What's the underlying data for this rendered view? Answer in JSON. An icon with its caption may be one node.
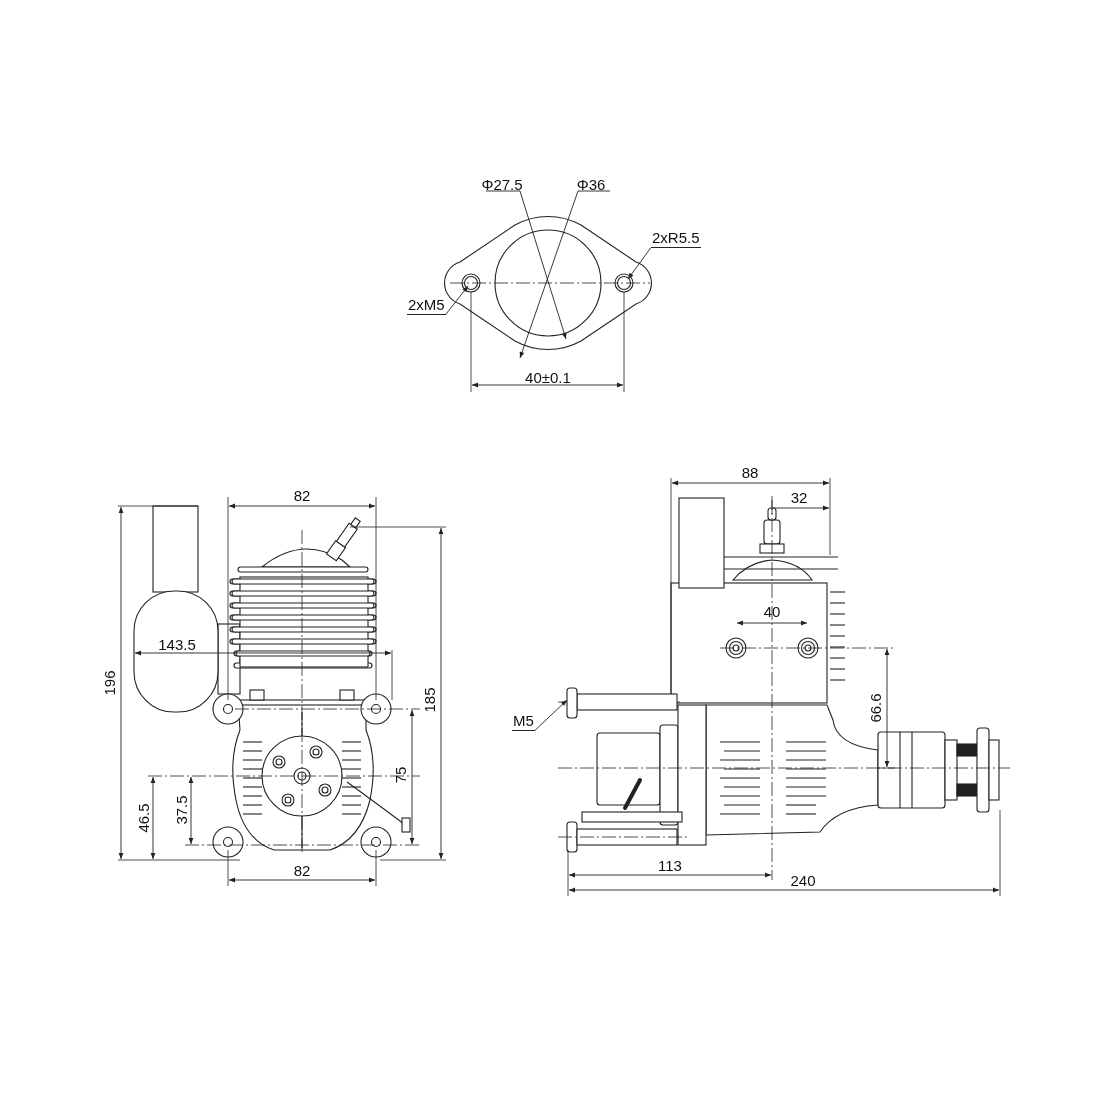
{
  "diagram": {
    "nodes": [
      {
        "text": [
          "2xM5"
        ]
      },
      {
        "text": [
          "2xR5.5"
        ]
      },
      {
        "text": [
          "M5"
        ]
      },
      {
        "text": [],
        "shape": "bar"
      }
    ],
    "edges": [
      {
        "from": 0,
        "to": null,
        "arrow": "to"
      },
      {
        "from": 1,
        "to": null,
        "arrow": "to"
      },
      {
        "from": 2,
        "to": 3,
        "arrow": "to"
      }
    ],
    "labels": [
      "Φ27.5",
      "Φ36",
      "40±0.1",
      "82",
      "88",
      "32",
      "143.5",
      "196",
      "185",
      "40",
      "66.6",
      "75",
      "37.5",
      "46.5",
      "82",
      "113",
      "240"
    ]
  }
}
